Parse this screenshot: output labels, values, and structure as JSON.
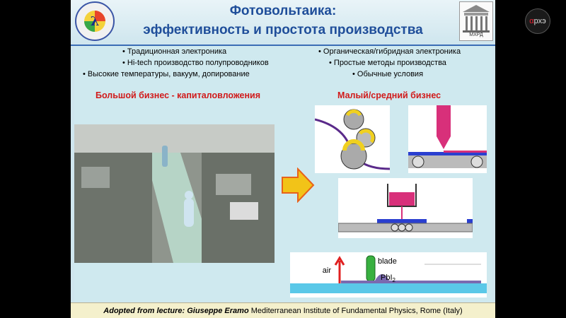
{
  "slide": {
    "title_line1": "Фотовольтаика:",
    "title_line2": "эффективность и простота производства",
    "left_logo_letter": "λ",
    "right_logo_text": "МХРД",
    "left_bullets": [
      "• Традиционная  электроника",
      "• Hi-tech производство полупроводников",
      "•  Высокие температуры, вакуум, допирование"
    ],
    "right_bullets": [
      "• Органическая/гибридная электроника",
      "• Простые методы производства",
      "•  Обычные условия"
    ],
    "left_heading": "Большой бизнес - капиталовложения",
    "right_heading": "Малый/средний бизнес",
    "blade_diagram": {
      "air_label": "air",
      "blade_label": "blade",
      "material_label": "PbI",
      "material_subscript": "2"
    },
    "footer": {
      "prefix": "Adopted  from  lecture:  Giuseppe Eramo",
      "rest": "  Mediterranean Institute of Fundamental Physics, Rome (Italy)"
    }
  },
  "watermark": {
    "text": "рхэ",
    "prefix": "α"
  },
  "colors": {
    "title": "#1f4e9a",
    "heading_red": "#d11a1a",
    "arrow": "#f2c318",
    "ink": "#d8307a",
    "substrate": "#2a3fd0"
  }
}
